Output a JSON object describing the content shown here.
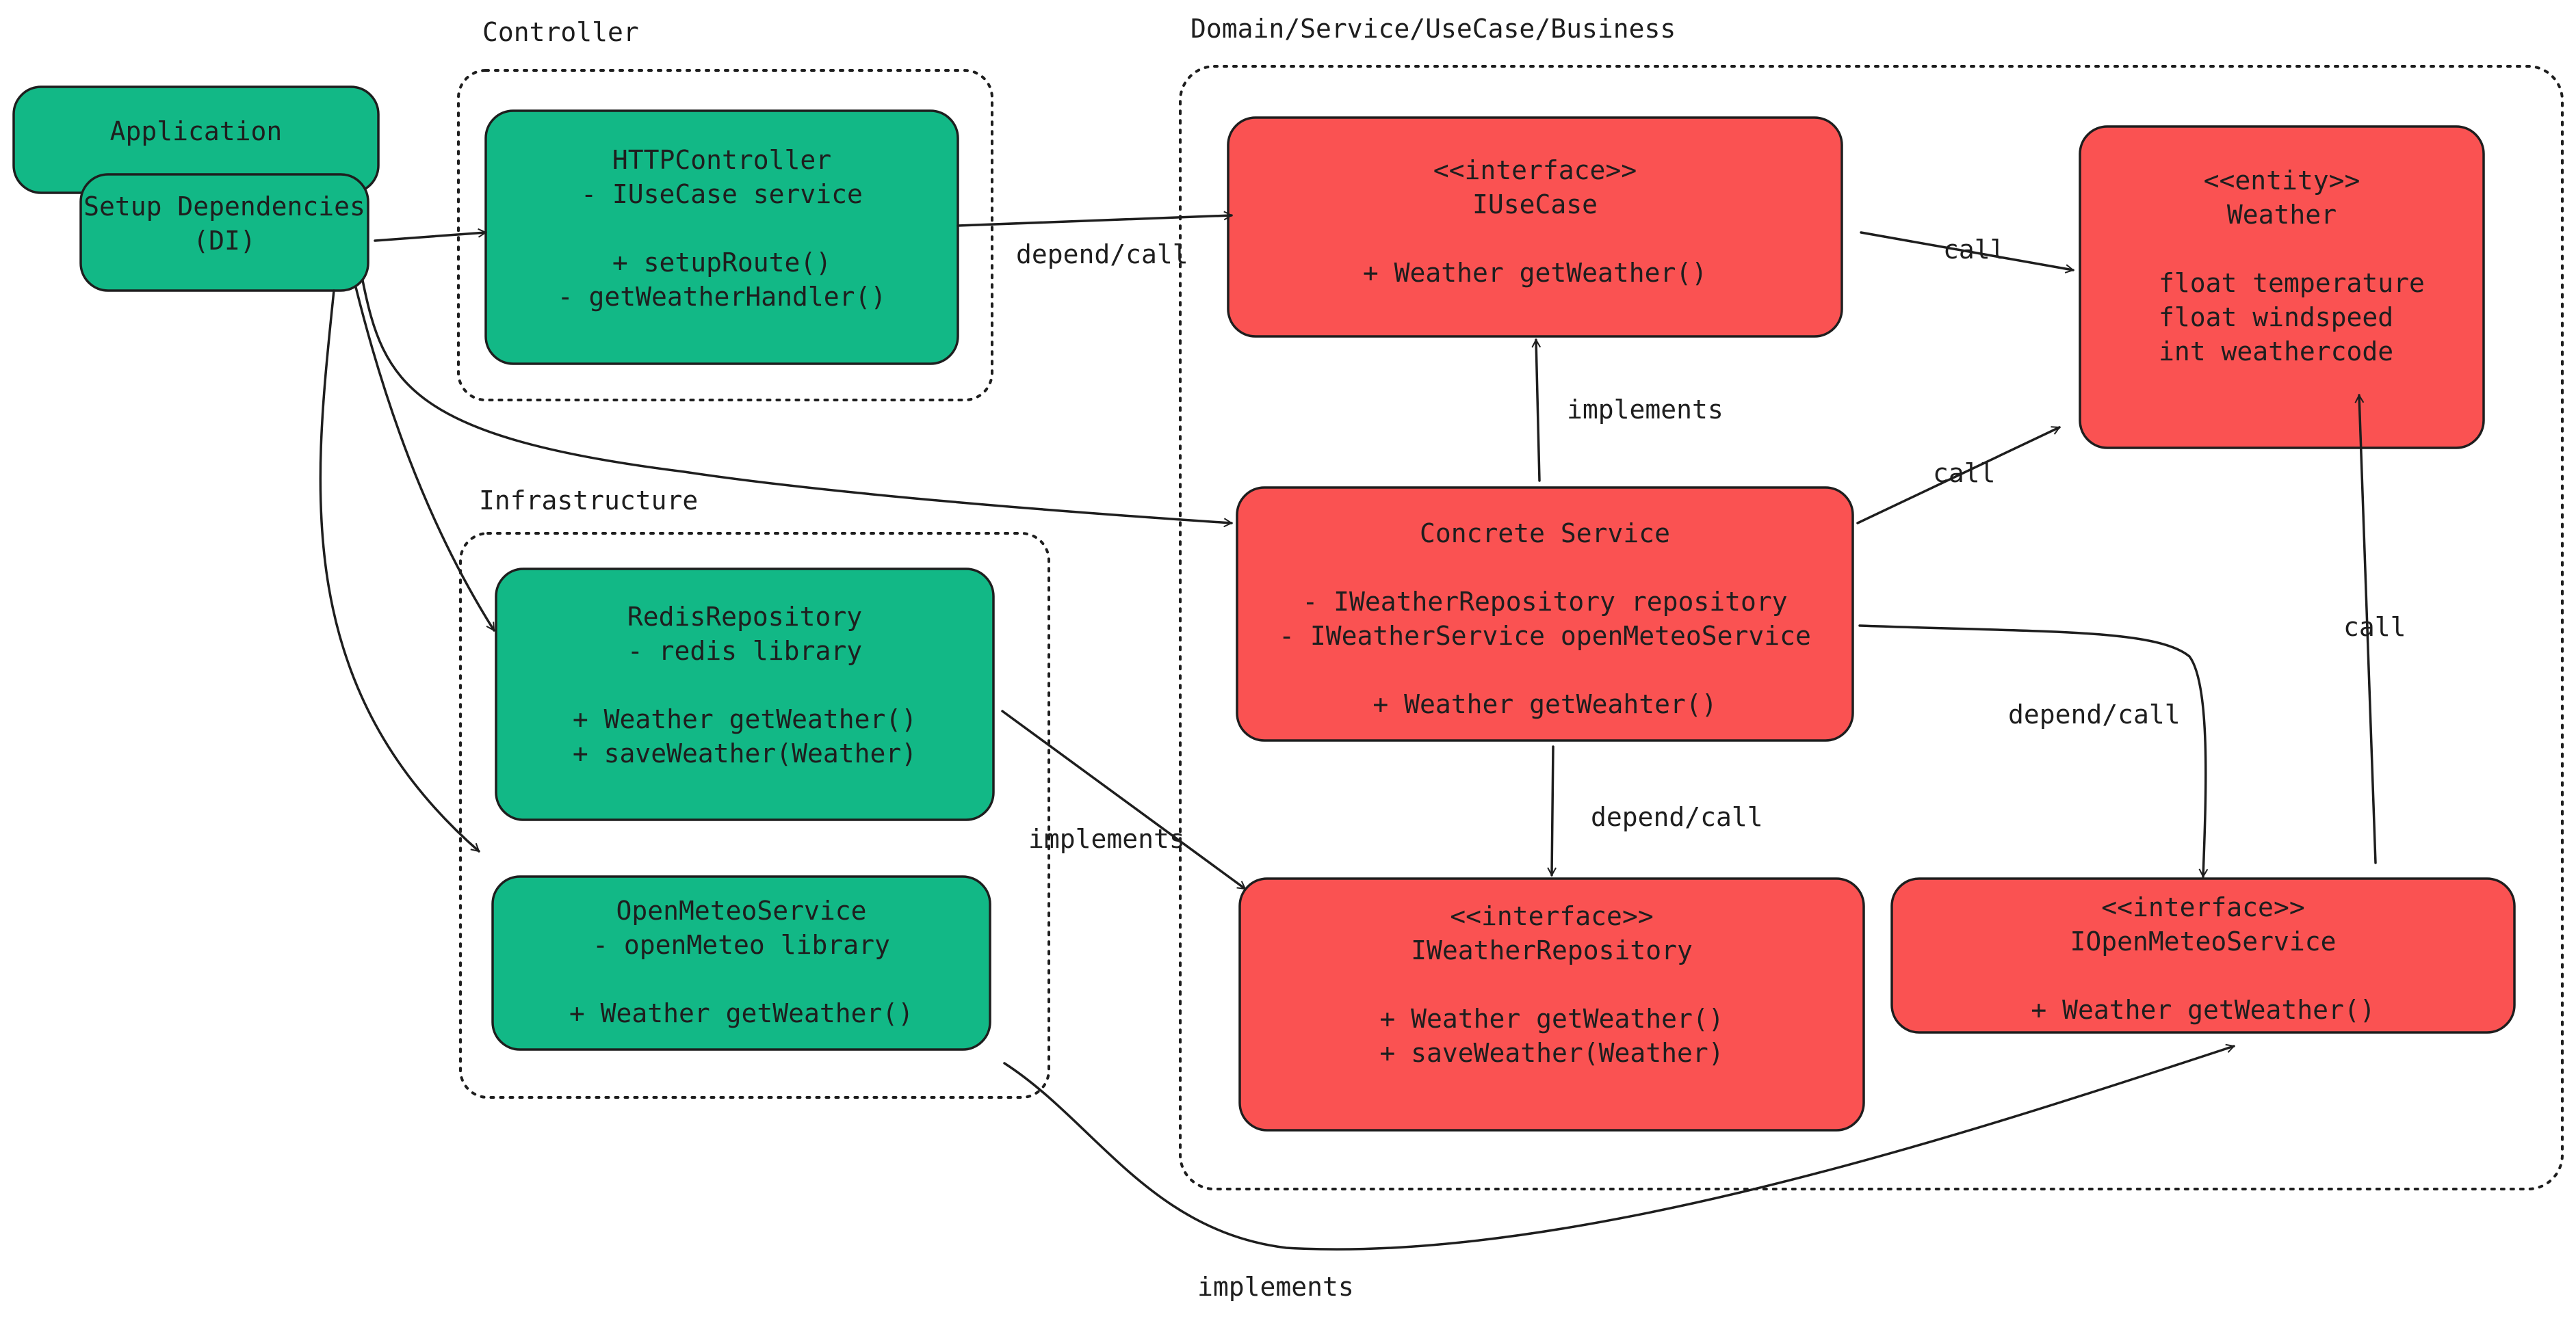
{
  "colors": {
    "infrastructure_green": "#12b886",
    "domain_red": "#fa5252",
    "stroke": "#1e1e1e",
    "background": "#ffffff"
  },
  "groups": {
    "controller": "Controller",
    "domain": "Domain/Service/UseCase/Business",
    "infrastructure": "Infrastructure"
  },
  "nodes": {
    "application": [
      "Application"
    ],
    "setup_dependencies": [
      "Setup Dependencies",
      "(DI)"
    ],
    "http_controller": [
      "HTTPController",
      "- IUseCase service",
      "",
      "+ setupRoute()",
      "- getWeatherHandler()"
    ],
    "iusecase": [
      "<<interface>>",
      "IUseCase",
      "",
      "+ Weather getWeather()"
    ],
    "weather_entity": [
      "<<entity>>",
      "Weather",
      "",
      "float temperature",
      "float windspeed",
      "int weathercode"
    ],
    "concrete_service": [
      "Concrete Service",
      "",
      "- IWeatherRepository repository",
      "- IWeatherService openMeteoService",
      "",
      "+ Weather getWeahter()"
    ],
    "redis_repository": [
      "RedisRepository",
      "- redis library",
      "",
      "+ Weather getWeather()",
      "+ saveWeather(Weather)"
    ],
    "openmeteo_service": [
      "OpenMeteoService",
      "- openMeteo library",
      "",
      "+ Weather getWeather()"
    ],
    "iweather_repository": [
      "<<interface>>",
      "IWeatherRepository",
      "",
      "+ Weather getWeather()",
      "+ saveWeather(Weather)"
    ],
    "iopenmeteo_service": [
      "<<interface>>",
      "IOpenMeteoService",
      "",
      "+ Weather getWeather()"
    ]
  },
  "edge_labels": {
    "controller_to_usecase": "depend/call",
    "usecase_to_weather": "call",
    "service_implements_usecase": "implements",
    "service_to_weather": "call",
    "service_to_repository": "depend/call",
    "service_to_openmeteo": "depend/call",
    "openmeteo_interface_to_weather": "call",
    "redis_implements_repository": "implements",
    "openmeteo_implements_interface": "implements"
  }
}
